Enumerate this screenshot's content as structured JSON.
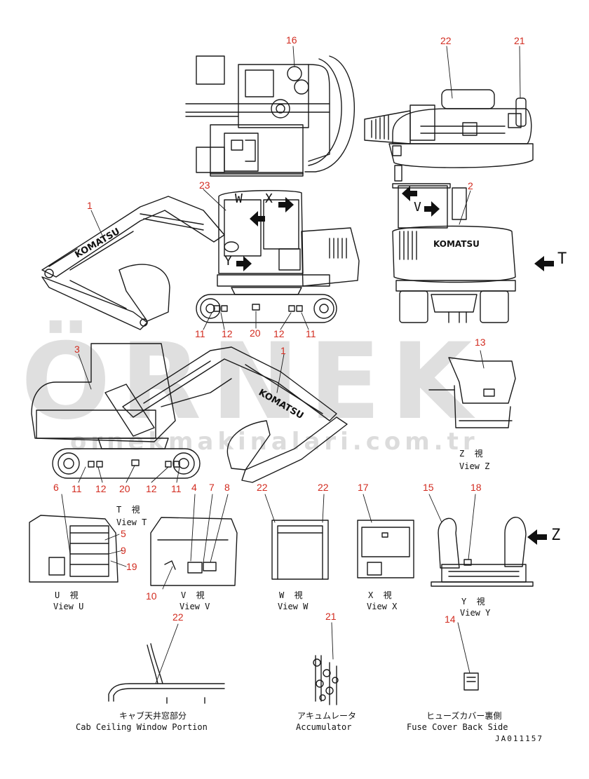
{
  "callouts": {
    "n16": "16",
    "n22a": "22",
    "n21a": "21",
    "n23": "23",
    "n1a": "1",
    "n2": "2",
    "n11a": "11",
    "n12a": "12",
    "n20a": "20",
    "n12b": "12",
    "n11b": "11",
    "n3": "3",
    "n1b": "1",
    "n13": "13",
    "n6": "6",
    "n11c": "11",
    "n12c": "12",
    "n20b": "20",
    "n12d": "12",
    "n11d": "11",
    "n4": "4",
    "n7": "7",
    "n8": "8",
    "n22b": "22",
    "n22c": "22",
    "n17": "17",
    "n15": "15",
    "n18": "18",
    "n5": "5",
    "n9": "9",
    "n19": "19",
    "n10": "10",
    "n22d": "22",
    "n21b": "21",
    "n14": "14"
  },
  "arrow_letters": {
    "w": "W",
    "x": "X",
    "y": "Y",
    "v": "V",
    "t": "T",
    "z": "Z"
  },
  "views": {
    "t_jp": "T  視",
    "t_en": "View T",
    "u_jp": "U  視",
    "u_en": "View U",
    "v_jp": "V  視",
    "v_en": "View V",
    "w_jp": "W  視",
    "w_en": "View W",
    "x_jp": "X  視",
    "x_en": "View X",
    "y_jp": "Y  視",
    "y_en": "View Y",
    "z_jp": "Z  視",
    "z_en": "View Z"
  },
  "captions": {
    "cab_jp": "キャブ天井窓部分",
    "cab_en": "Cab Ceiling Window Portion",
    "acc_jp": "アキュムレータ",
    "acc_en": "Accumulator",
    "fuse_jp": "ヒューズカバー裏側",
    "fuse_en": "Fuse Cover Back Side"
  },
  "brand": "KOMATSU",
  "drawing_code": "JA011157",
  "watermark": {
    "big": "ÖRNEK",
    "url": "ornekmakinalari.com.tr"
  },
  "colors": {
    "callout": "#d22b1f",
    "line": "#1a1a1a",
    "watermark": "#dcdcdc"
  }
}
